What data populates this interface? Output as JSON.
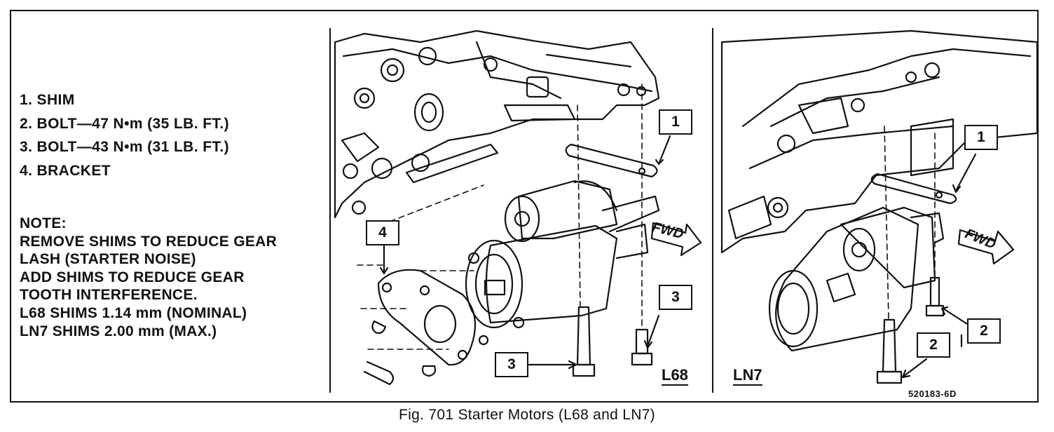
{
  "legend": [
    "1. SHIM",
    "2. BOLT—47 N•m (35 LB. FT.)",
    "3. BOLT—43 N•m (31 LB. FT.)",
    "4. BRACKET"
  ],
  "note": [
    "NOTE:",
    "REMOVE SHIMS TO REDUCE GEAR",
    "LASH  (STARTER NOISE)",
    "ADD SHIMS TO REDUCE GEAR",
    "TOOTH INTERFERENCE.",
    "L68 SHIMS 1.14 mm (NOMINAL)",
    "LN7 SHIMS 2.00 mm (MAX.)"
  ],
  "panels": {
    "left": {
      "label": "L68",
      "fwd": "FWD",
      "callouts": {
        "shim": "1",
        "bracket": "4",
        "bolt_front": "3",
        "bolt_right": "3"
      }
    },
    "right": {
      "label": "LN7",
      "fwd": "FWD",
      "callouts": {
        "shim": "1",
        "bolt_a": "2",
        "bolt_b": "2"
      },
      "part_number": "520183-6D"
    }
  },
  "caption": "Fig. 701 Starter Motors (L68 and LN7)"
}
